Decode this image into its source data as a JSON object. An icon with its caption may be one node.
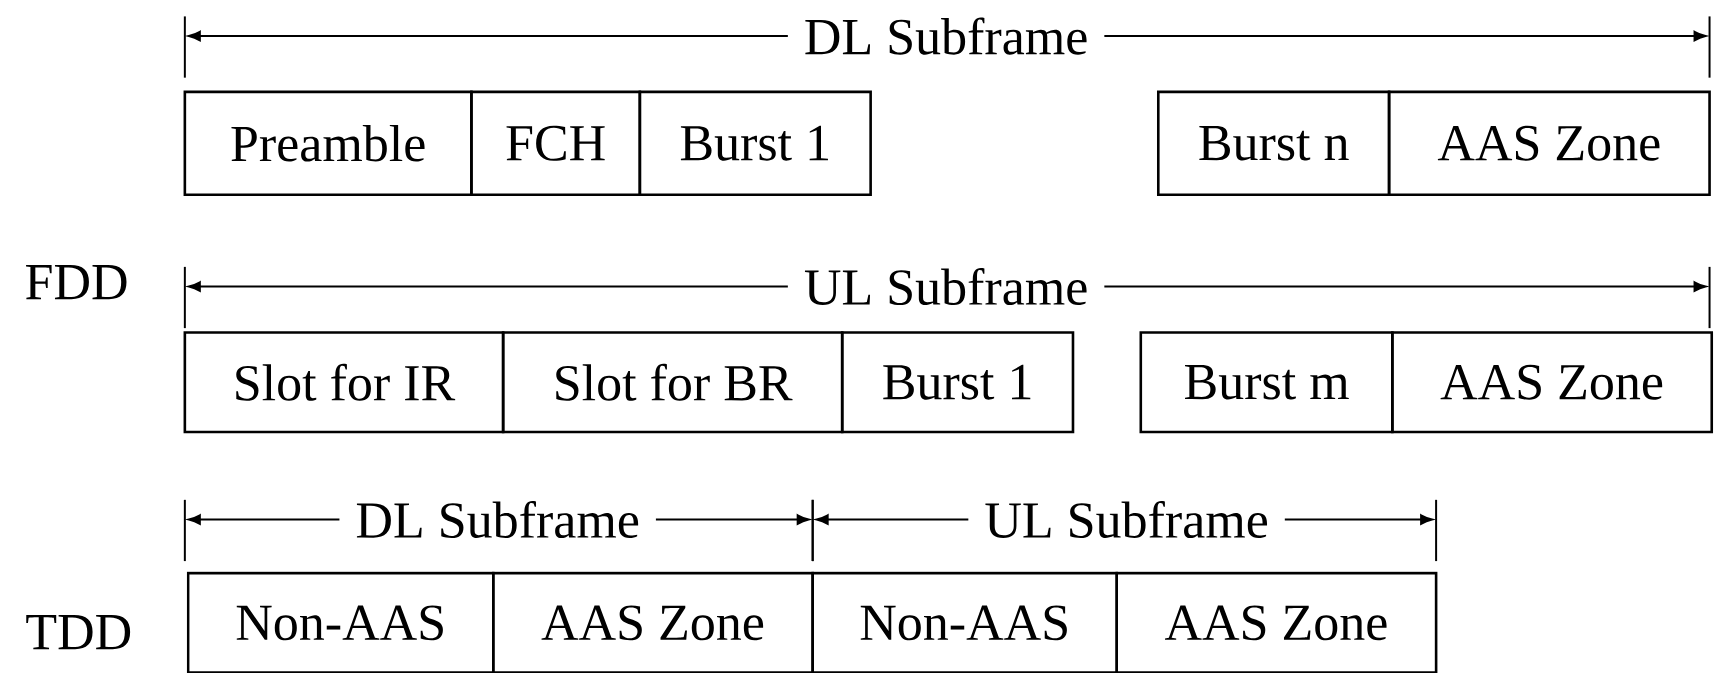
{
  "diagram": {
    "nodes": [
      {
        "text": [
          "Preamble"
        ]
      },
      {
        "text": [
          "FCH"
        ]
      },
      {
        "text": [
          "Burst 1"
        ]
      },
      {
        "text": [
          "Burst n"
        ]
      },
      {
        "text": [
          "AAS Zone"
        ]
      },
      {
        "text": [
          "Slot for IR"
        ]
      },
      {
        "text": [
          "Slot for BR"
        ]
      },
      {
        "text": [
          "Burst 1"
        ]
      },
      {
        "text": [
          "Burst m"
        ]
      },
      {
        "text": [
          "AAS Zone"
        ]
      },
      {
        "text": [
          "Non-AAS"
        ]
      },
      {
        "text": [
          "AAS Zone"
        ]
      },
      {
        "text": [
          "Non-AAS"
        ]
      },
      {
        "text": [
          "AAS Zone"
        ]
      }
    ],
    "labels": [
      "DL Subframe",
      "FDD",
      "UL Subframe",
      "DL Subframe",
      "UL Subframe",
      "TDD"
    ]
  }
}
